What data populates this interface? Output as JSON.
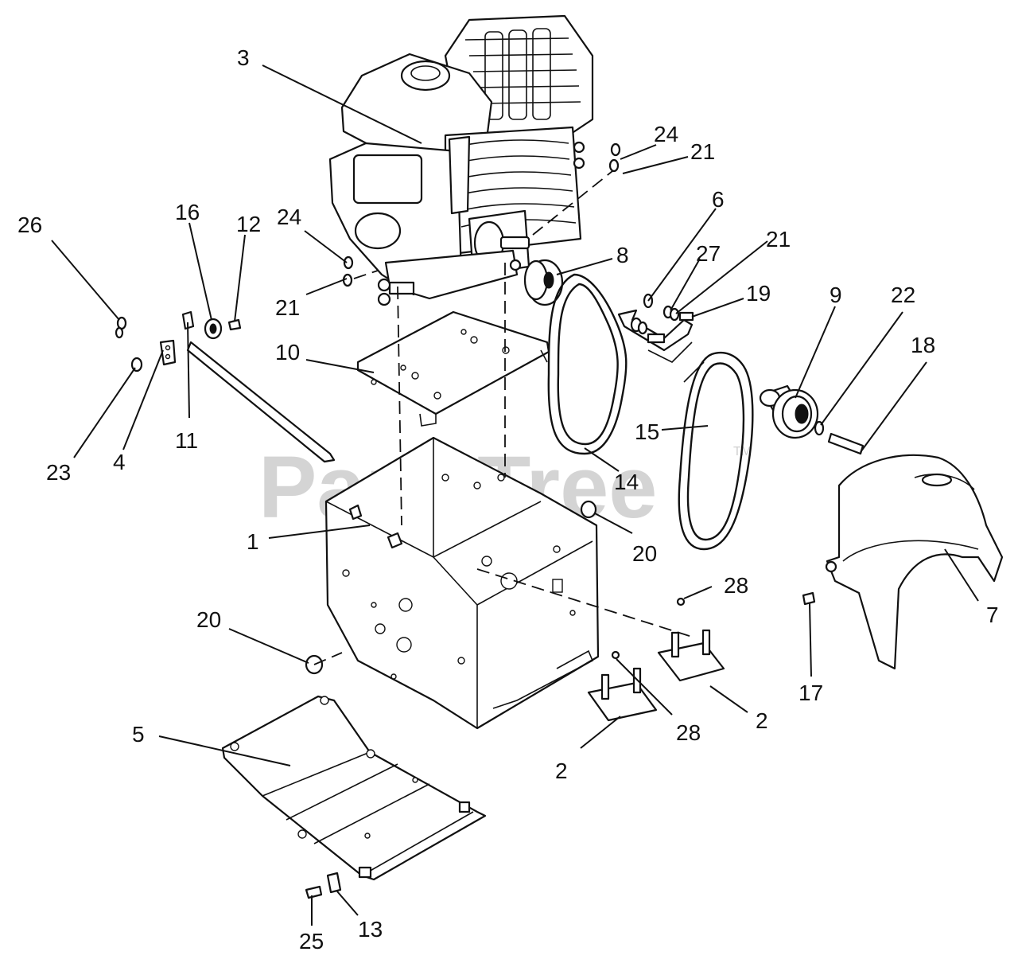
{
  "watermark": {
    "text": "PartsTree",
    "trademark": "TM"
  },
  "callouts": [
    {
      "id": "c3",
      "label": "3"
    },
    {
      "id": "c24a",
      "label": "24"
    },
    {
      "id": "c21a",
      "label": "21"
    },
    {
      "id": "c6",
      "label": "6"
    },
    {
      "id": "c27",
      "label": "27"
    },
    {
      "id": "c21b",
      "label": "21"
    },
    {
      "id": "c26",
      "label": "26"
    },
    {
      "id": "c16",
      "label": "16"
    },
    {
      "id": "c12",
      "label": "12"
    },
    {
      "id": "c24b",
      "label": "24"
    },
    {
      "id": "c8",
      "label": "8"
    },
    {
      "id": "c19",
      "label": "19"
    },
    {
      "id": "c9",
      "label": "9"
    },
    {
      "id": "c22",
      "label": "22"
    },
    {
      "id": "c21c",
      "label": "21"
    },
    {
      "id": "c10",
      "label": "10"
    },
    {
      "id": "c18",
      "label": "18"
    },
    {
      "id": "c23",
      "label": "23"
    },
    {
      "id": "c4",
      "label": "4"
    },
    {
      "id": "c11",
      "label": "11"
    },
    {
      "id": "c15",
      "label": "15"
    },
    {
      "id": "c14",
      "label": "14"
    },
    {
      "id": "c1",
      "label": "1"
    },
    {
      "id": "c20a",
      "label": "20"
    },
    {
      "id": "c28a",
      "label": "28"
    },
    {
      "id": "c7",
      "label": "7"
    },
    {
      "id": "c20b",
      "label": "20"
    },
    {
      "id": "c17",
      "label": "17"
    },
    {
      "id": "c5",
      "label": "5"
    },
    {
      "id": "c2a",
      "label": "2"
    },
    {
      "id": "c28b",
      "label": "28"
    },
    {
      "id": "c2b",
      "label": "2"
    },
    {
      "id": "c25",
      "label": "25"
    },
    {
      "id": "c13",
      "label": "13"
    }
  ]
}
